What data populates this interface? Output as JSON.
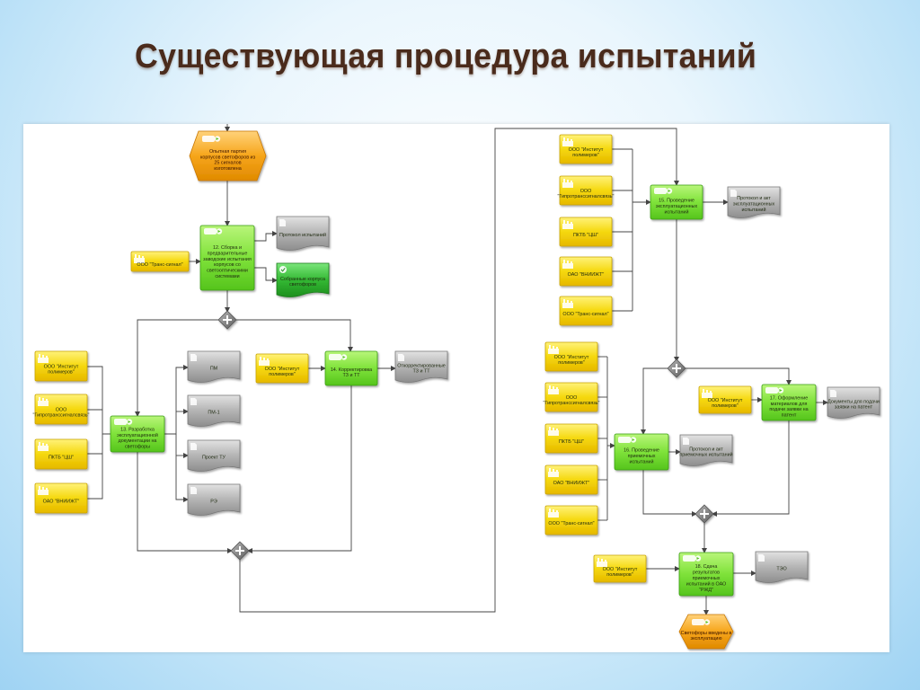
{
  "title": "Существующая процедура испытаний",
  "colors": {
    "org": "#f3d60a",
    "func": "#6fdc2b",
    "doc": "#a9a9a9",
    "doc_green": "#3bb83b",
    "event": "#f6a51a",
    "connector": "#8a8a8a",
    "line": "#444444"
  },
  "events": [
    {
      "id": "e-start",
      "text": "Опытная партия корпусов светофоров из 25 сигналов изготовлена"
    },
    {
      "id": "e-end",
      "text": "Светофоры введены в эксплуатацию"
    }
  ],
  "functions": [
    {
      "id": "f12",
      "text": "12. Сборка и предварительные заводские испытания корпусов со светооптическими системами"
    },
    {
      "id": "f13",
      "text": "13. Разработка эксплуатационной документации на светофоры"
    },
    {
      "id": "f14",
      "text": "14. Корректировка ТЗ и ТТ"
    },
    {
      "id": "f15",
      "text": "15. Проведение эксплуатационных испытаний"
    },
    {
      "id": "f16",
      "text": "16. Проведение приемочных испытаний"
    },
    {
      "id": "f17",
      "text": "17. Оформление материалов для подачи заявки на патент"
    },
    {
      "id": "f18",
      "text": "18. Сдача результатов приемочных испытаний в ОАО \"РЖД\""
    }
  ],
  "orgs": [
    {
      "id": "o-ts",
      "text": "ООО \"Транс-сигнал\""
    },
    {
      "id": "o13-1",
      "text": "ООО \"Институт полимеров\""
    },
    {
      "id": "o13-2",
      "text": "ООО \"Гипротранссигналсвязь\""
    },
    {
      "id": "o13-3",
      "text": "ПКТБ \"ЦШ\""
    },
    {
      "id": "o13-4",
      "text": "ОАО \"ВНИИЖТ\""
    },
    {
      "id": "o14",
      "text": "ООО \"Институт полимеров\""
    },
    {
      "id": "o15-1",
      "text": "ООО \"Институт полимеров\""
    },
    {
      "id": "o15-2",
      "text": "ООО \"Гипротранссигналсвязь\""
    },
    {
      "id": "o15-3",
      "text": "ПКТБ \"ЦШ\""
    },
    {
      "id": "o15-4",
      "text": "ОАО \"ВНИИЖТ\""
    },
    {
      "id": "o15-5",
      "text": "ООО \"Транс-сигнал\""
    },
    {
      "id": "o16-1",
      "text": "ООО \"Институт полимеров\""
    },
    {
      "id": "o16-2",
      "text": "ООО \"Гипротранссигналсвязь\""
    },
    {
      "id": "o16-3",
      "text": "ПКТБ \"ЦШ\""
    },
    {
      "id": "o16-4",
      "text": "ОАО \"ВНИИЖТ\""
    },
    {
      "id": "o16-5",
      "text": "ООО \"Транс-сигнал\""
    },
    {
      "id": "o17",
      "text": "ООО \"Институт полимеров\""
    },
    {
      "id": "o18",
      "text": "ООО \"Институт полимеров\""
    }
  ],
  "documents": [
    {
      "id": "d-prot",
      "text": "Протокол испытаний"
    },
    {
      "id": "d-sobr",
      "text": "Собранные корпуса светофоров",
      "style": "green"
    },
    {
      "id": "d-pm",
      "text": "ПМ"
    },
    {
      "id": "d-pm1",
      "text": "ПМ-1"
    },
    {
      "id": "d-tu",
      "text": "Проект ТУ"
    },
    {
      "id": "d-re",
      "text": "РЭ"
    },
    {
      "id": "d-otk",
      "text": "Откорректированные ТЗ и ТТ"
    },
    {
      "id": "d15",
      "text": "Протокол и акт эксплуатационных испытаний"
    },
    {
      "id": "d16",
      "text": "Протокол и акт приемочных испытаний"
    },
    {
      "id": "d17",
      "text": "Документы для подачи заявки на патент"
    },
    {
      "id": "d18",
      "text": "ТЭО"
    }
  ]
}
